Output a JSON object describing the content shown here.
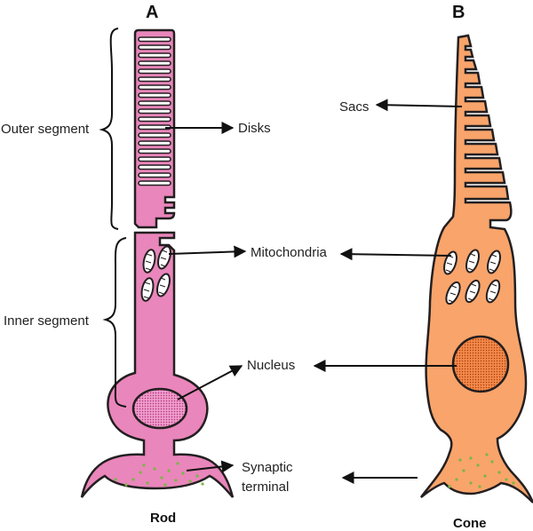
{
  "panels": {
    "a": "A",
    "b": "B"
  },
  "regions": {
    "outer": "Outer segment",
    "inner": "Inner segment"
  },
  "labels": {
    "disks": "Disks",
    "mitochondria": "Mitochondria",
    "nucleus": "Nucleus",
    "synaptic_line1": "Synaptic",
    "synaptic_line2": "terminal",
    "sacs": "Sacs"
  },
  "captions": {
    "rod": "Rod",
    "cone": "Cone"
  },
  "colors": {
    "rod": "#e986bb",
    "cone": "#f8a46b",
    "outline": "#231f20",
    "synapse_dots": "#7ab648",
    "nucleus_rod": "#c04586",
    "nucleus_cone": "#d0541c"
  }
}
